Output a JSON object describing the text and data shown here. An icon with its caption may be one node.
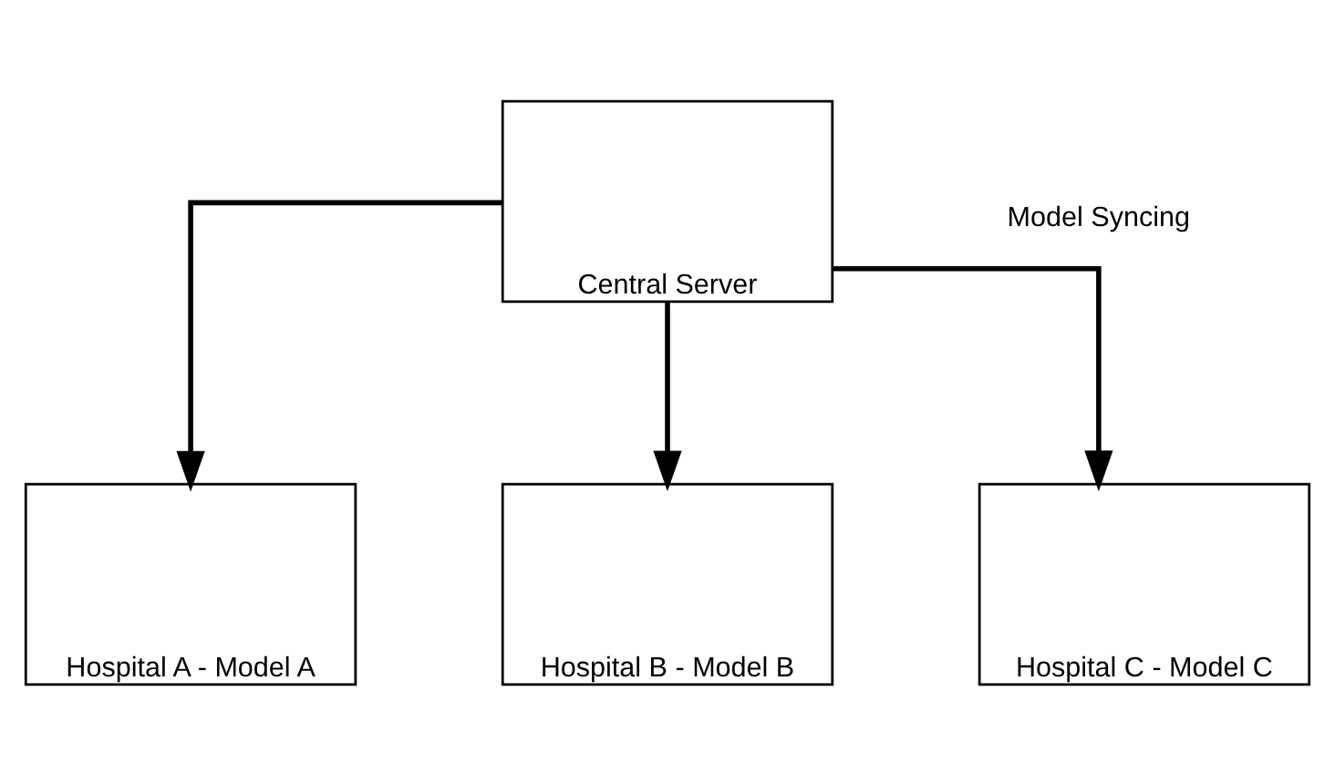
{
  "diagram": {
    "nodes": [
      {
        "text": [
          "Central Server"
        ]
      },
      {
        "text": [
          "Hospital A - Model A"
        ]
      },
      {
        "text": [
          "Hospital B - Model B"
        ]
      },
      {
        "text": [
          "Hospital C - Model C"
        ]
      }
    ],
    "edges": [
      {
        "from": 0,
        "to": 1,
        "arrow": "to"
      },
      {
        "from": 0,
        "to": 2,
        "arrow": "to"
      },
      {
        "from": 0,
        "to": 3,
        "arrow": "to"
      }
    ],
    "labels": [
      "Model Syncing"
    ]
  }
}
